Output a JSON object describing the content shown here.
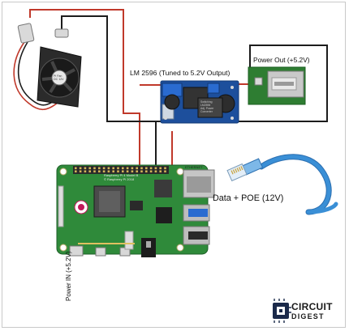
{
  "labels": {
    "converter": "LM 2596 (Tuned to 5.2V Output)",
    "power_out": "Power Out (+5.2V)",
    "data_poe": "Data + POE (12V)",
    "power_in": "Power IN (+5.2V)"
  },
  "fan": {
    "text_line1": "Pi Fan",
    "text_line2": "DC 12V"
  },
  "converter_chip": {
    "line1": "Switching",
    "line2": "LM2596",
    "line3": "Adj. Power",
    "line4": "Converter"
  },
  "pi_board": {
    "silk_line1": "Raspberry Pi 4 Model B",
    "silk_line2": "© Raspberry Pi 2018",
    "ethernet_label": "ETHERNET"
  },
  "logo": {
    "line1": "CIRCUIT",
    "line2": "DIGEST"
  },
  "colors": {
    "wire_red": "#c0392b",
    "wire_black": "#1c1c1c",
    "board_green": "#2f8a3a",
    "converter_blue": "#1d4f9c",
    "cable_blue": "#3a8fd6",
    "usb_blue": "#2a6bd0"
  }
}
